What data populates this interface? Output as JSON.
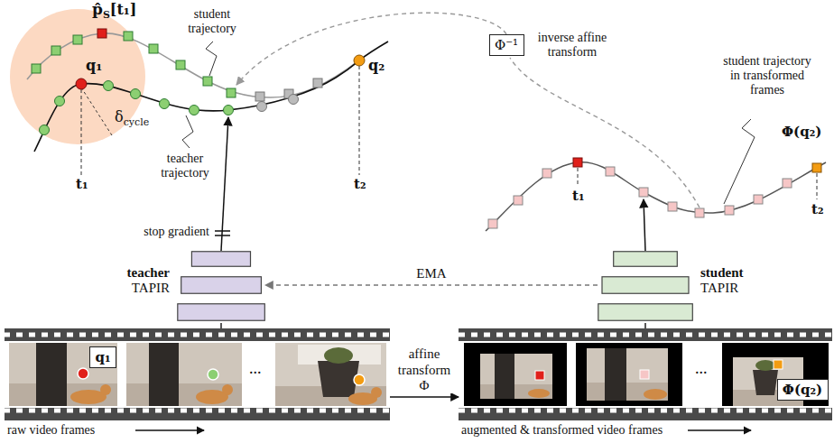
{
  "diagram": {
    "nodes": [
      {
        "text": [
          "Φ⁻¹"
        ]
      },
      {
        "text": [
          "teacher",
          "TAPIR"
        ]
      },
      {
        "text": [
          "student",
          "TAPIR"
        ]
      },
      {
        "text": [
          "raw video frames"
        ]
      },
      {
        "text": [
          "q₁"
        ],
        "in": 3
      },
      {
        "text": [
          "augmented & transformed video frames"
        ]
      },
      {
        "text": [
          "Φ(q₂)"
        ],
        "in": 5
      }
    ],
    "edges": [
      {
        "from": 2,
        "to": 1,
        "arrow": "to",
        "label": "EMA"
      },
      {
        "from": 3,
        "to": 5,
        "arrow": "to",
        "label": "affine transform Φ"
      },
      {
        "from": 3,
        "to": 1,
        "arrow": "none"
      },
      {
        "from": 5,
        "to": 2,
        "arrow": "none"
      }
    ],
    "labels": [
      "p̂",
      "S",
      "[t₁]",
      "q₁",
      "δ",
      "cycle",
      "student trajectory",
      "teacher trajectory",
      "t₁",
      "t₂",
      "q₂",
      "inverse affine transform",
      "student trajectory in transformed frames",
      "Φ(q₂)",
      "t₁",
      "t₂",
      "stop gradient",
      "...",
      "..."
    ]
  }
}
